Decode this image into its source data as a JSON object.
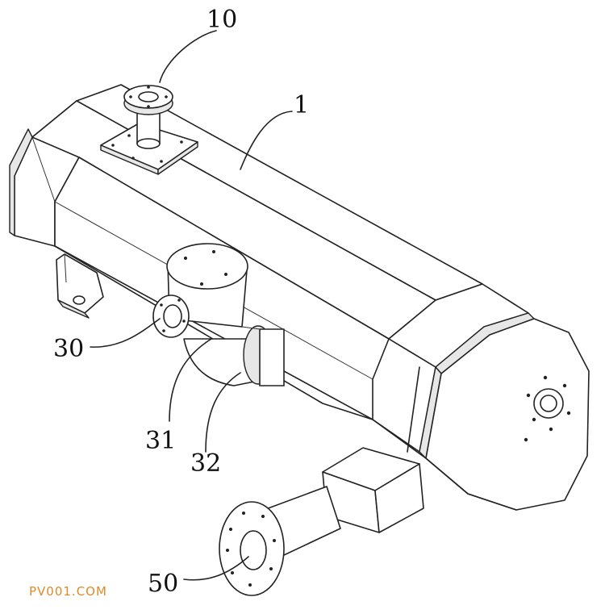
{
  "labels": {
    "flange_top": "10",
    "body": "1",
    "inlet_flange": "30",
    "elbow": "31",
    "elbow_joint": "32",
    "outlet_flange": "50"
  },
  "watermark": "PV001.COM",
  "colors": {
    "line": "#222222",
    "watermark": "#e08a2a"
  }
}
